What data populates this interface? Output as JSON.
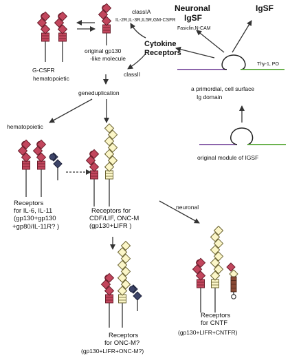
{
  "colors": {
    "domain_red": "#c2465d",
    "domain_red_stroke": "#6b1d2b",
    "domain_yellow": "#fbf6c8",
    "domain_yellow_stroke": "#6a6230",
    "domain_navy": "#3d4468",
    "bar_brown": "#8a4a35",
    "arrow": "#333333",
    "membrane_green": "#57a836",
    "membrane_purple": "#7d4fa0"
  },
  "labels": {
    "gcsfr": "G-CSFR",
    "hematopoietic_top": "hematopoietic",
    "original_gp130_1": "original gp130",
    "original_gp130_2": "-like molecule",
    "class_ia": "classIA",
    "class_ia_members": "IL-2R,IL-3R,IL5R,GM-CSFR",
    "cytokine_1": "Cytokine",
    "cytokine_2": "Receptors",
    "class_ii": "classII",
    "neuronal_igsf_1": "Neuronal",
    "neuronal_igsf_2": "IgSF",
    "neuronal_igsf_examples": "Fasiclin,N-CAM",
    "igsf": "IgSF",
    "thy_po": "Thy-1, PO",
    "primordial_1": "a primordial, cell surface",
    "primordial_2": "Ig domain",
    "original_module": "original module of IGSF",
    "gene_duplication": "geneduplication",
    "hematopoietic_mid": "hematopoietic",
    "neuronal": "neuronal",
    "rec_il6_1": "Receptors",
    "rec_il6_2": "for IL-6, IL-11",
    "rec_il6_3": "(gp130+gp130",
    "rec_il6_4": "+gp80/IL-11R?  )",
    "rec_cdf_1": "Receptors for",
    "rec_cdf_2": "CDF/LIF, ONC-M",
    "rec_cdf_3": "(gp130+LIFR  )",
    "rec_oncm_1": "Receptors",
    "rec_oncm_2": "for ONC-M?",
    "rec_oncm_3": "(gp130+LIFR+ONC-M?)",
    "rec_cntf_1": "Receptors",
    "rec_cntf_2": "for CNTF",
    "rec_cntf_3": "(gp130+LIFR+CNTFR)"
  }
}
